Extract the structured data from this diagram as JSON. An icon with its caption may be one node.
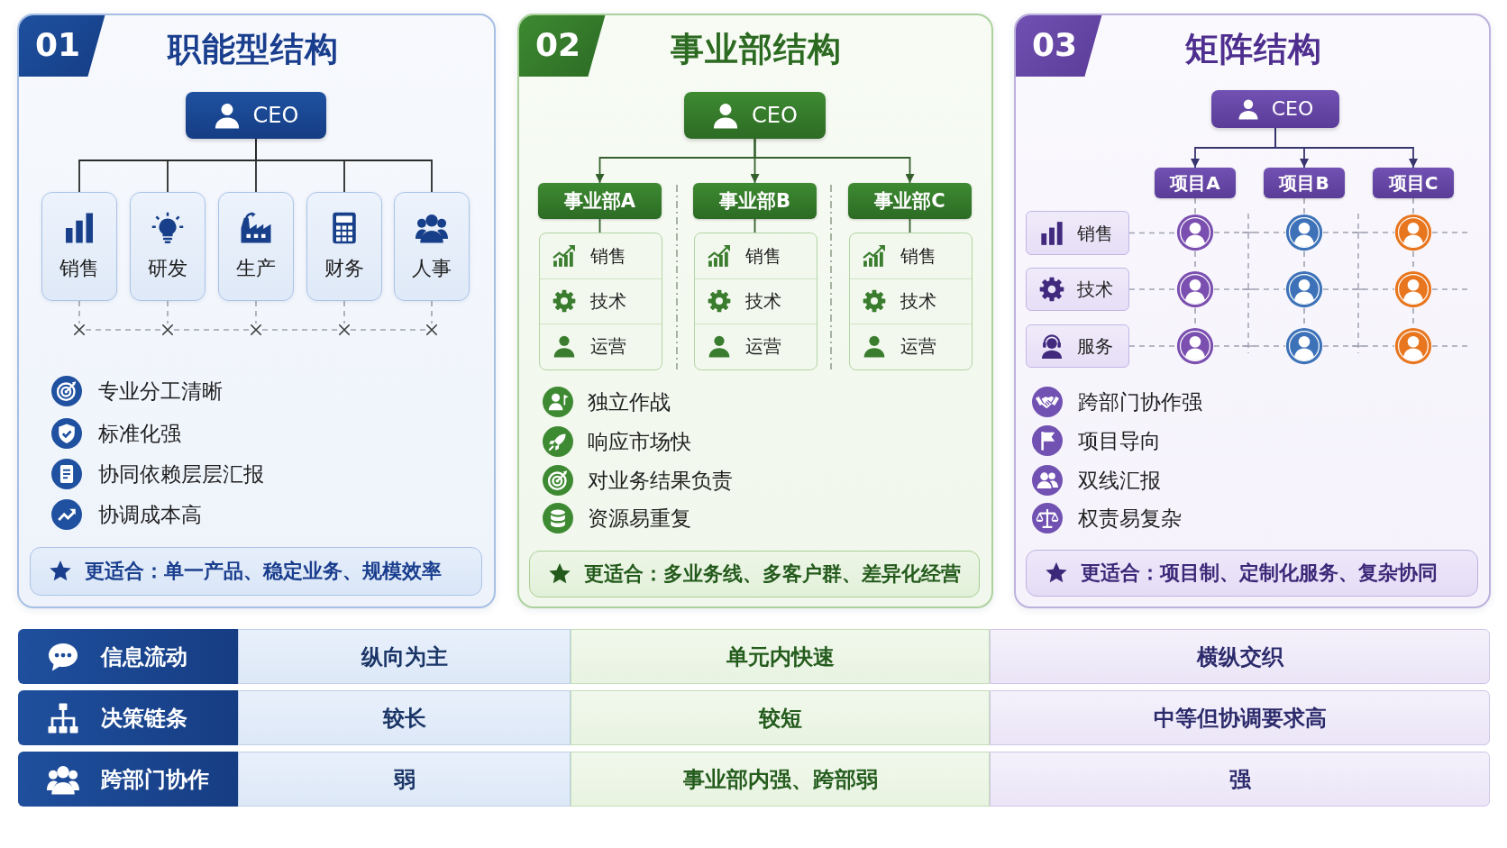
{
  "diagram": {
    "nodes": [
      {
        "text": [
          "职能型结构"
        ]
      },
      {
        "text": [
          "01"
        ],
        "in": 0
      },
      {
        "text": [
          "CEO"
        ],
        "in": 0
      },
      {
        "text": [
          "销售"
        ],
        "in": 0
      },
      {
        "text": [
          "研发"
        ],
        "in": 0
      },
      {
        "text": [
          "生产"
        ],
        "in": 0
      },
      {
        "text": [
          "财务"
        ],
        "in": 0
      },
      {
        "text": [
          "人事"
        ],
        "in": 0
      },
      {
        "text": [],
        "shape": "cross",
        "in": 0
      },
      {
        "text": [],
        "shape": "cross",
        "in": 0
      },
      {
        "text": [],
        "shape": "cross",
        "in": 0
      },
      {
        "text": [],
        "shape": "cross",
        "in": 0
      },
      {
        "text": [],
        "shape": "cross",
        "in": 0
      },
      {
        "text": [
          "更适合：单一产品、稳定业务、规模效率"
        ],
        "in": 0
      },
      {
        "text": [
          "事业部结构"
        ]
      },
      {
        "text": [
          "02"
        ],
        "in": 14
      },
      {
        "text": [
          "CEO"
        ],
        "in": 14
      },
      {
        "text": [
          "事业部A"
        ],
        "in": 14
      },
      {
        "text": [
          "事业部B"
        ],
        "in": 14
      },
      {
        "text": [
          "事业部C"
        ],
        "in": 14
      },
      {
        "text": [
          "销售",
          "技术",
          "运营"
        ],
        "in": 14
      },
      {
        "text": [
          "销售",
          "技术",
          "运营"
        ],
        "in": 14
      },
      {
        "text": [
          "销售",
          "技术",
          "运营"
        ],
        "in": 14
      },
      {
        "text": [
          "更适合：多业务线、多客户群、差异化经营"
        ],
        "in": 14
      },
      {
        "text": [
          "矩阵结构"
        ]
      },
      {
        "text": [
          "03"
        ],
        "in": 24
      },
      {
        "text": [
          "CEO"
        ],
        "in": 24
      },
      {
        "text": [
          "项目A"
        ],
        "in": 24
      },
      {
        "text": [
          "项目B"
        ],
        "in": 24
      },
      {
        "text": [
          "项目C"
        ],
        "in": 24
      },
      {
        "text": [
          "销售"
        ],
        "in": 24
      },
      {
        "text": [],
        "shape": "person",
        "in": 24
      },
      {
        "text": [],
        "shape": "person",
        "in": 24
      },
      {
        "text": [],
        "shape": "person",
        "in": 24
      },
      {
        "text": [
          "技术"
        ],
        "in": 24
      },
      {
        "text": [],
        "shape": "person",
        "in": 24
      },
      {
        "text": [],
        "shape": "person",
        "in": 24
      },
      {
        "text": [],
        "shape": "person",
        "in": 24
      },
      {
        "text": [
          "服务"
        ],
        "in": 24
      },
      {
        "text": [],
        "shape": "person",
        "in": 24
      },
      {
        "text": [],
        "shape": "person",
        "in": 24
      },
      {
        "text": [],
        "shape": "person",
        "in": 24
      },
      {
        "text": [
          "更适合：项目制、定制化服务、复杂协同"
        ],
        "in": 24
      }
    ],
    "edges": [
      {
        "from": 2,
        "to": 3,
        "arrow": "none",
        "color": "#2b2b2b"
      },
      {
        "from": 2,
        "to": 4,
        "arrow": "none",
        "color": "#2b2b2b"
      },
      {
        "from": 2,
        "to": 5,
        "arrow": "none",
        "color": "#2b2b2b"
      },
      {
        "from": 2,
        "to": 6,
        "arrow": "none",
        "color": "#2b2b2b"
      },
      {
        "from": 2,
        "to": 7,
        "arrow": "none",
        "color": "#2b2b2b"
      },
      {
        "from": 3,
        "to": 8,
        "arrow": "none",
        "style": "dashed"
      },
      {
        "from": 4,
        "to": 9,
        "arrow": "none",
        "style": "dashed"
      },
      {
        "from": 5,
        "to": 10,
        "arrow": "none",
        "style": "dashed"
      },
      {
        "from": 6,
        "to": 11,
        "arrow": "none",
        "style": "dashed"
      },
      {
        "from": 7,
        "to": 12,
        "arrow": "none",
        "style": "dashed"
      },
      {
        "from": 8,
        "to": 9,
        "arrow": "none",
        "style": "dashed"
      },
      {
        "from": 9,
        "to": 10,
        "arrow": "none",
        "style": "dashed"
      },
      {
        "from": 10,
        "to": 11,
        "arrow": "none",
        "style": "dashed"
      },
      {
        "from": 11,
        "to": 12,
        "arrow": "none",
        "style": "dashed"
      },
      {
        "from": 16,
        "to": 17,
        "arrow": "to",
        "color": "#355f2d"
      },
      {
        "from": 16,
        "to": 18,
        "arrow": "to",
        "color": "#355f2d"
      },
      {
        "from": 16,
        "to": 19,
        "arrow": "to",
        "color": "#355f2d"
      },
      {
        "from": 17,
        "to": 20,
        "arrow": "none",
        "color": "#355f2d"
      },
      {
        "from": 18,
        "to": 21,
        "arrow": "none",
        "color": "#355f2d"
      },
      {
        "from": 19,
        "to": 22,
        "arrow": "none",
        "color": "#355f2d"
      },
      {
        "from": 26,
        "to": 27,
        "arrow": "to",
        "color": "#38356e"
      },
      {
        "from": 26,
        "to": 28,
        "arrow": "to",
        "color": "#38356e"
      },
      {
        "from": 26,
        "to": 29,
        "arrow": "to",
        "color": "#38356e"
      },
      {
        "from": 27,
        "to": 31,
        "arrow": "none",
        "style": "dashed"
      },
      {
        "from": 28,
        "to": 32,
        "arrow": "none",
        "style": "dashed"
      },
      {
        "from": 29,
        "to": 33,
        "arrow": "none",
        "style": "dashed"
      },
      {
        "from": 31,
        "to": 35,
        "arrow": "none",
        "style": "dashed"
      },
      {
        "from": 35,
        "to": 39,
        "arrow": "none",
        "style": "dashed"
      },
      {
        "from": 32,
        "to": 36,
        "arrow": "none",
        "style": "dashed"
      },
      {
        "from": 36,
        "to": 40,
        "arrow": "none",
        "style": "dashed"
      },
      {
        "from": 33,
        "to": 37,
        "arrow": "none",
        "style": "dashed"
      },
      {
        "from": 37,
        "to": 41,
        "arrow": "none",
        "style": "dashed"
      },
      {
        "from": 30,
        "to": 31,
        "arrow": "none",
        "style": "dashed"
      },
      {
        "from": 31,
        "to": 32,
        "arrow": "none",
        "style": "dashed"
      },
      {
        "from": 32,
        "to": 33,
        "arrow": "none",
        "style": "dashed"
      },
      {
        "from": 33,
        "to": null,
        "arrow": "none",
        "style": "dashed"
      },
      {
        "from": 34,
        "to": 35,
        "arrow": "none",
        "style": "dashed"
      },
      {
        "from": 35,
        "to": 36,
        "arrow": "none",
        "style": "dashed"
      },
      {
        "from": 36,
        "to": 37,
        "arrow": "none",
        "style": "dashed"
      },
      {
        "from": 37,
        "to": null,
        "arrow": "none",
        "style": "dashed"
      },
      {
        "from": 38,
        "to": 39,
        "arrow": "none",
        "style": "dashed"
      },
      {
        "from": 39,
        "to": 40,
        "arrow": "none",
        "style": "dashed"
      },
      {
        "from": 40,
        "to": 41,
        "arrow": "none",
        "style": "dashed"
      },
      {
        "from": 41,
        "to": null,
        "arrow": "none",
        "style": "dashed"
      }
    ],
    "labels": [
      "专业分工清晰",
      "标准化强",
      "协同依赖层层汇报",
      "协调成本高",
      "独立作战",
      "响应市场快",
      "对业务结果负责",
      "资源易重复",
      "跨部门协作强",
      "项目导向",
      "双线汇报",
      "权责易复杂",
      "信息流动",
      "纵向为主",
      "单元内快速",
      "横纵交织",
      "决策链条",
      "较长",
      "较短",
      "中等但协调要求高",
      "跨部门协作",
      "弱",
      "事业部内强、跨部弱",
      "强"
    ]
  }
}
